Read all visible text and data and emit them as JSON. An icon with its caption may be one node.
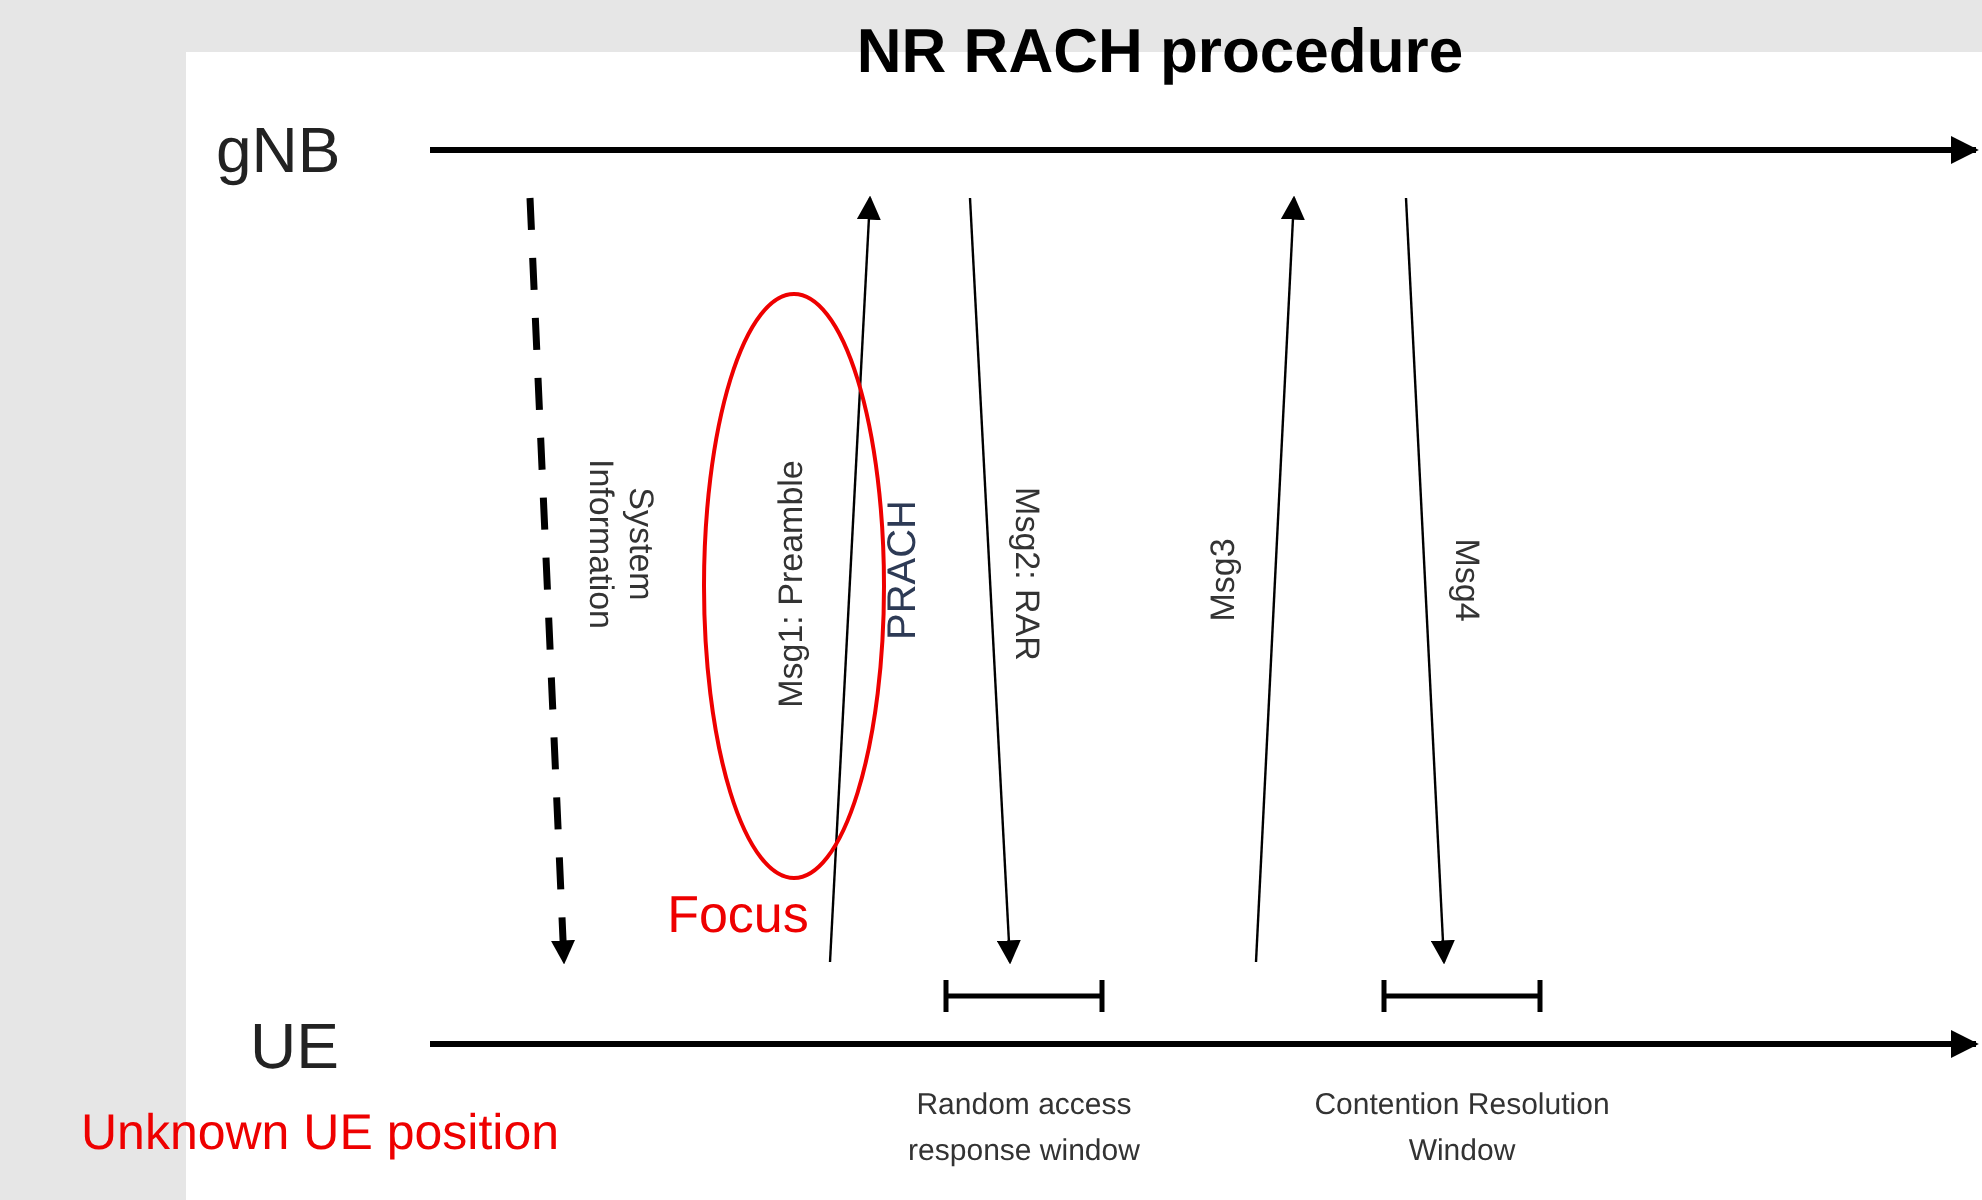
{
  "diagram": {
    "title": "NR RACH procedure",
    "nodes": [
      {
        "text": [
          "gNB"
        ]
      },
      {
        "text": [
          "UE"
        ]
      }
    ],
    "edges": [
      {
        "from": 0,
        "to": 1,
        "arrow": "to",
        "label": "System Information",
        "style": "dashed"
      },
      {
        "from": 1,
        "to": 0,
        "arrow": "to",
        "label": "Msg1: Preamble"
      },
      {
        "from": 0,
        "to": 1,
        "arrow": "to",
        "label": "Msg2: RAR"
      },
      {
        "from": 1,
        "to": 0,
        "arrow": "to",
        "label": "Msg3"
      },
      {
        "from": 0,
        "to": 1,
        "arrow": "to",
        "label": "Msg4"
      }
    ],
    "labels": [
      "PRACH",
      "Focus",
      "Random access response window",
      "Contention Resolution Window",
      "Unknown UE position"
    ]
  }
}
